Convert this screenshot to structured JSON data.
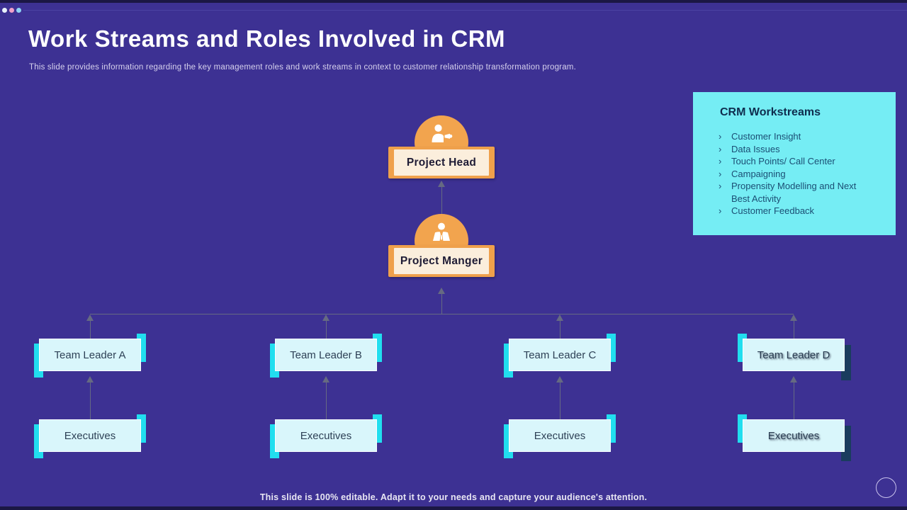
{
  "window": {
    "dot_colors": [
      "#E8F2FA",
      "#F0A0C8",
      "#8FD4F4"
    ]
  },
  "header": {
    "title": "Work Streams and Roles Involved in CRM",
    "subtitle": "This slide provides information regarding the key management  roles and work streams in context to customer relationship transformation program."
  },
  "workstreams": {
    "title": "CRM Workstreams",
    "bullet": "›",
    "items": [
      "Customer Insight",
      "Data Issues",
      "Touch Points/ Call Center",
      "Campaigning",
      "Propensity Modelling and Next Best Activity",
      "Customer Feedback"
    ]
  },
  "chart": {
    "project_head": "Project Head",
    "project_manager": "Project Manger",
    "columns": [
      {
        "leader": "Team Leader A",
        "sub": "Executives"
      },
      {
        "leader": "Team Leader B",
        "sub": "Executives"
      },
      {
        "leader": "Team Leader C",
        "sub": "Executives"
      },
      {
        "leader": "Team Leader D",
        "sub": "Executives"
      }
    ]
  },
  "footer": {
    "note": "This slide is 100% editable. Adapt it to your needs and capture your audience's attention."
  },
  "colors": {
    "background": "#3D3193",
    "edge_bar": "#1B1744",
    "accent_orange": "#F2A44E",
    "card_cream": "#FBEEDC",
    "panel_cyan": "#75EDF4",
    "box_cyan_light": "#D9F6FB",
    "tab_cyan": "#21DEEF",
    "shadow_navy": "#1A3C5E",
    "connector_gray": "#666A82"
  }
}
